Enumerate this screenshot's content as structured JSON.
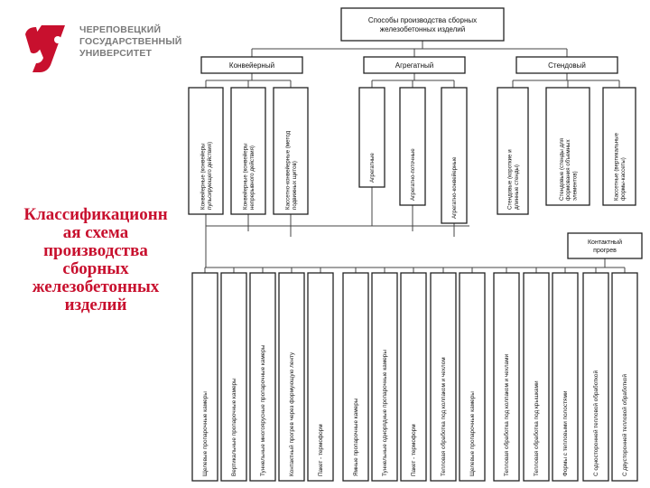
{
  "logo": {
    "mark": "university-emblem-red",
    "lines": [
      "ЧЕРЕПОВЕЦКИЙ",
      "ГОСУДАРСТВЕННЫЙ",
      "УНИВЕРСИТЕТ"
    ]
  },
  "slide_title_lines": [
    "Классификационн",
    "ая схема",
    "производства",
    "сборных",
    "железобетонных",
    "изделий"
  ],
  "diagram": {
    "root": [
      "Способы производства сборных",
      "железобетонных изделий"
    ],
    "methods": [
      "Конвейерный",
      "Агрегатный",
      "Стендовый"
    ],
    "subtypes": [
      [
        "Конвейерные (конвейеры",
        "пульсирующего действия)"
      ],
      [
        "Конвейерные (конвейеры",
        "непрерывного действия)"
      ],
      [
        "Кассетно-конвейерные (метод",
        "подвижных щитов)"
      ],
      [
        "Агрегатные"
      ],
      [
        "Агрегатно-поточные"
      ],
      [
        "Агрегатно-конвейерные"
      ],
      [
        "Стендовые (короткие и",
        "длинные стенды)"
      ],
      [
        "Стендовые (стенды для",
        "формования объемных",
        "элементов)"
      ],
      [
        "Кассетные (вертикальные",
        "формы-кассеты)"
      ]
    ],
    "contact": [
      "Контактный",
      "прогрев"
    ],
    "treatments": [
      [
        "Щелевые пропарочные камеры"
      ],
      [
        "Вертикальные пропарочные камеры"
      ],
      [
        "Туннельные многоярусные пропарочные камеры"
      ],
      [
        "Контактный прогрев через формующую ленту"
      ],
      [
        "Пакет - термоформ"
      ],
      [
        "Ямные пропарочные камеры"
      ],
      [
        "Туннельные однорядные пропарочные камеры"
      ],
      [
        "Пакет - термоформ"
      ],
      [
        "Тепловая обработка под колпаком и чехлом"
      ],
      [
        "Щелевые пропарочные камеры"
      ],
      [
        "Тепловая обработка под колпаком и чехлами"
      ],
      [
        "Тепловая обработка под крышками"
      ],
      [
        "Формы с тепловыми полостями"
      ],
      [
        "С односторонней тепловой обработкой"
      ],
      [
        "С двусторонней тепловой обработкой"
      ]
    ]
  }
}
